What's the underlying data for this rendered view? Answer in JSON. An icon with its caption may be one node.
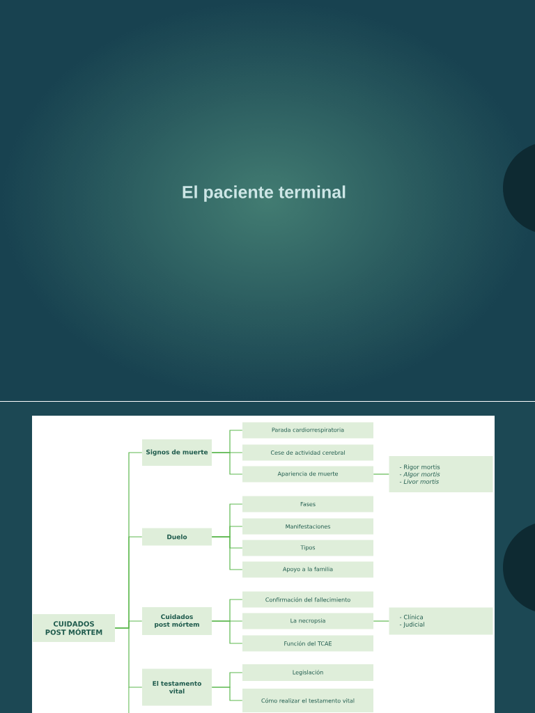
{
  "diagram": {
    "title": "El paciente terminal",
    "nodes": [
      {
        "text": [
          "CUIDADOS POST MÓRTEM"
        ]
      },
      {
        "text": [
          "Signos de muerte"
        ]
      },
      {
        "text": [
          "Parada cardiorrespiratoria"
        ]
      },
      {
        "text": [
          "Cese de actividad cerebral"
        ]
      },
      {
        "text": [
          "Apariencia de muerte"
        ]
      },
      {
        "text": [
          "- Rigor mortis",
          "- *Algor mortis*",
          "- *Livor mortis*"
        ]
      },
      {
        "text": [
          "Duelo"
        ]
      },
      {
        "text": [
          "Fases"
        ]
      },
      {
        "text": [
          "Manifestaciones"
        ]
      },
      {
        "text": [
          "Tipos"
        ]
      },
      {
        "text": [
          "Apoyo a la familia"
        ]
      },
      {
        "text": [
          "Cuidados post mórtem"
        ]
      },
      {
        "text": [
          "Confirmación del fallecimiento"
        ]
      },
      {
        "text": [
          "La necropsia"
        ]
      },
      {
        "text": [
          "Función del TCAE"
        ]
      },
      {
        "text": [
          "- Clínica",
          "- Judicial"
        ]
      },
      {
        "text": [
          "El testamento vital"
        ]
      },
      {
        "text": [
          "Legislación"
        ]
      },
      {
        "text": [
          "Cómo realizar el testamento vital"
        ]
      }
    ],
    "edges": [
      {
        "from": 0,
        "to": 1,
        "arrow": "none"
      },
      {
        "from": 0,
        "to": 6,
        "arrow": "none"
      },
      {
        "from": 0,
        "to": 11,
        "arrow": "none"
      },
      {
        "from": 0,
        "to": 16,
        "arrow": "none"
      },
      {
        "from": 1,
        "to": 2,
        "arrow": "none"
      },
      {
        "from": 1,
        "to": 3,
        "arrow": "none"
      },
      {
        "from": 1,
        "to": 4,
        "arrow": "none"
      },
      {
        "from": 4,
        "to": 5,
        "arrow": "none"
      },
      {
        "from": 6,
        "to": 7,
        "arrow": "none"
      },
      {
        "from": 6,
        "to": 8,
        "arrow": "none"
      },
      {
        "from": 6,
        "to": 9,
        "arrow": "none"
      },
      {
        "from": 6,
        "to": 10,
        "arrow": "none"
      },
      {
        "from": 11,
        "to": 12,
        "arrow": "none"
      },
      {
        "from": 11,
        "to": 13,
        "arrow": "none"
      },
      {
        "from": 11,
        "to": 14,
        "arrow": "none"
      },
      {
        "from": 13,
        "to": 15,
        "arrow": "none"
      },
      {
        "from": 16,
        "to": 17,
        "arrow": "none"
      },
      {
        "from": 16,
        "to": 18,
        "arrow": "none"
      }
    ]
  }
}
